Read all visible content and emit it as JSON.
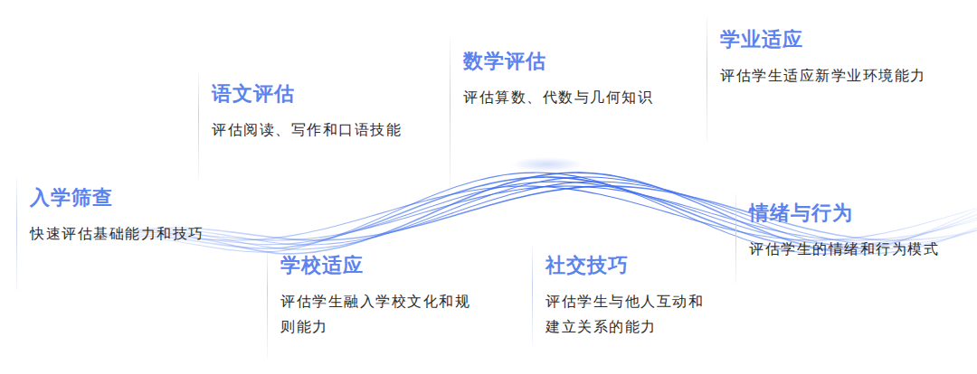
{
  "diagram": {
    "nodes": [
      {
        "text": [
          "入学筛查",
          "快速评估基础能力和技巧"
        ]
      },
      {
        "text": [
          "语文评估",
          "评估阅读、写作和口语技能"
        ]
      },
      {
        "text": [
          "学校适应",
          "评估学生融入学校文化和规则能力"
        ]
      },
      {
        "text": [
          "数学评估",
          "评估算数、代数与几何知识"
        ]
      },
      {
        "text": [
          "社交技巧",
          "评估学生与他人互动和建立关系的能力"
        ]
      },
      {
        "text": [
          "学业适应",
          "评估学生适应新学业环境能力"
        ]
      },
      {
        "text": [
          "情绪与行为",
          "评估学生的情绪和行为模式"
        ]
      }
    ]
  }
}
